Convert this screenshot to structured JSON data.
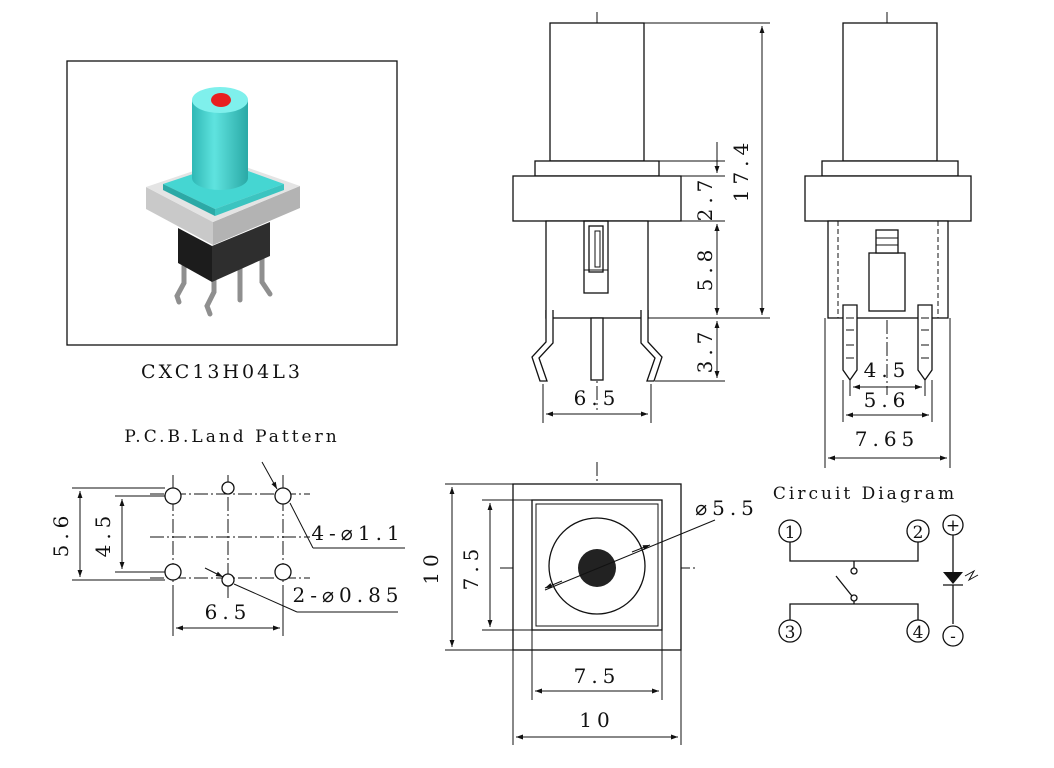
{
  "product_photo": {
    "model_label": "CXC13H04L3",
    "cap_color": "#45D6D2",
    "indicator_color": "#E81F1F",
    "housing_color": "#E4E4E4"
  },
  "front_view": {
    "dim_total_height": "17.4",
    "dim_flange": "2.7",
    "dim_body": "5.8",
    "dim_pin": "3.7",
    "dim_pin_span": "6.5"
  },
  "side_view": {
    "dim_inner": "4.5",
    "dim_mid": "5.6",
    "dim_outer": "7.65"
  },
  "pcb_land_pattern": {
    "title": "P.C.B.Land Pattern",
    "dim_height_outer": "5.6",
    "dim_height_inner": "4.5",
    "dim_width": "6.5",
    "hole_large": "4-⌀1.1",
    "hole_small": "2-⌀0.85"
  },
  "top_view": {
    "dim_cap_diameter": "⌀5.5",
    "dim_outer_height": "10",
    "dim_inner_height": "7.5",
    "dim_inner_width": "7.5",
    "dim_outer_width": "10"
  },
  "circuit_diagram": {
    "title": "Circuit Diagram",
    "pins": [
      "1",
      "2",
      "3",
      "4"
    ],
    "led_plus": "+",
    "led_minus": "-"
  }
}
